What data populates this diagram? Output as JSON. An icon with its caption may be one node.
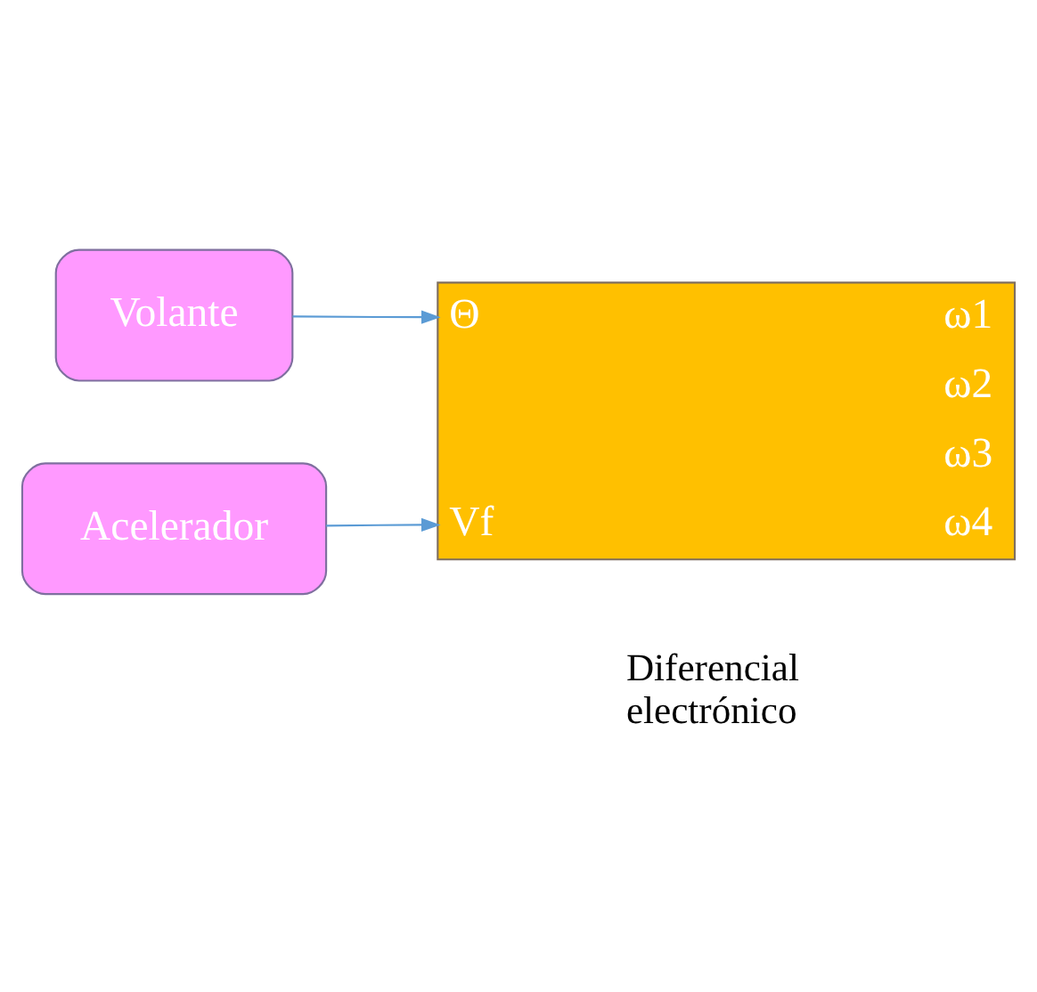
{
  "diagram": {
    "nodes": [
      {
        "text": [
          "Volante"
        ]
      },
      {
        "text": [
          "Θ",
          "ω1",
          "ω2",
          "ω3",
          "Vf",
          "ω4"
        ],
        "beside": [
          "Diferencial electrónico"
        ]
      },
      {
        "text": [
          "Acelerador"
        ]
      }
    ],
    "edges": [
      {
        "from": 0,
        "to": 1,
        "arrow": "to"
      },
      {
        "from": 2,
        "to": 1,
        "arrow": "to"
      }
    ]
  }
}
